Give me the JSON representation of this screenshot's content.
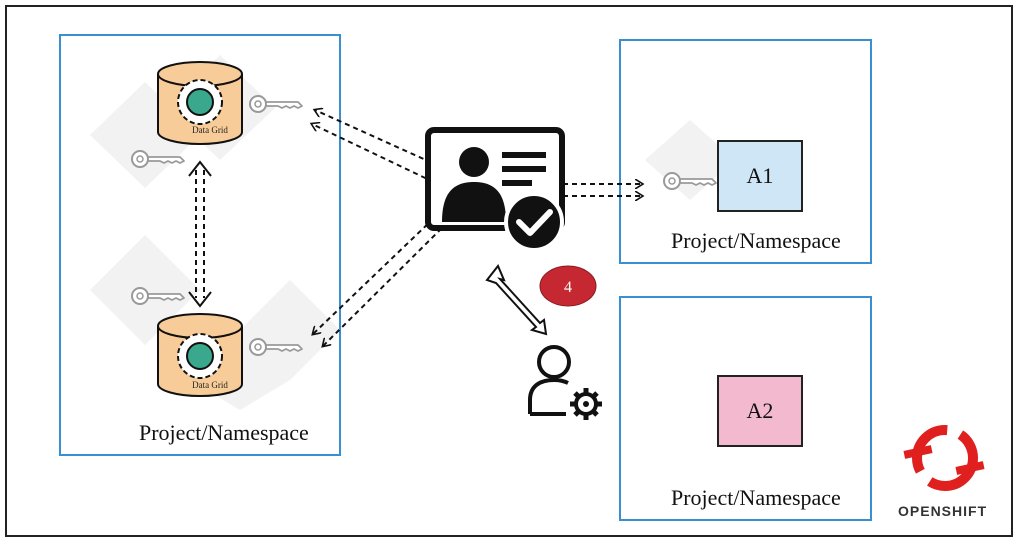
{
  "namespaces": {
    "left": {
      "label": "Project/Namespace"
    },
    "top_right": {
      "label": "Project/Namespace"
    },
    "bottom_right": {
      "label": "Project/Namespace"
    }
  },
  "datagrid": {
    "top_label": "Data Grid",
    "bottom_label": "Data Grid"
  },
  "apps": {
    "a1": {
      "label": "A1",
      "color": "#cfe6f6"
    },
    "a2": {
      "label": "A2",
      "color": "#f2b9cf"
    }
  },
  "step_badge": {
    "label": "4",
    "color": "#c62832"
  },
  "brand": {
    "text": "OPENSHIFT",
    "color": "#e0201f"
  },
  "colors": {
    "namespace_border": "#3a8fd0",
    "cylinder_fill": "#f8cc98",
    "core_fill": "#3aa88c"
  },
  "icons": {
    "key": "key-icon",
    "credential": "credential-card-icon",
    "admin": "user-gear-icon"
  }
}
